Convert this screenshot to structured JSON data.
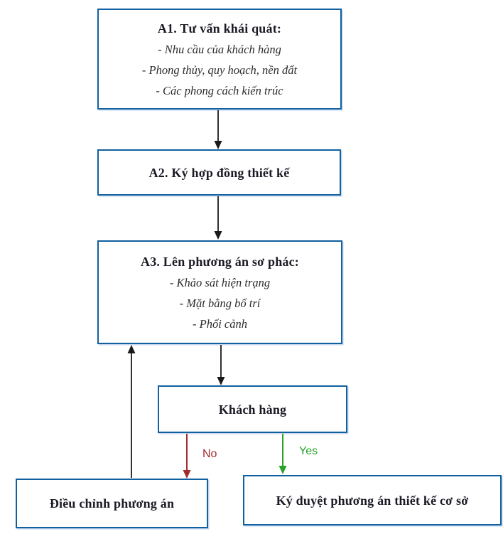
{
  "colors": {
    "box_border": "#1160a0",
    "box_shadow": "#c5d7ec",
    "title_text": "#1b1b26",
    "item_text": "#2b2b2b",
    "arrow_black": "#1a1a1a",
    "no_red": "#a02c2c",
    "yes_green": "#2aa22a"
  },
  "flowchart": {
    "a1": {
      "title": "A1. Tư vấn khái quát:",
      "items": [
        "- Nhu cầu của khách hàng",
        "- Phong thủy, quy hoạch, nền đất",
        "- Các phong cách kiến trúc"
      ]
    },
    "a2": {
      "title": "A2. Ký hợp đồng thiết kế"
    },
    "a3": {
      "title": "A3. Lên phương án sơ phác:",
      "items": [
        "- Khảo sát hiện trạng",
        "- Mặt bằng bố trí",
        "- Phối cảnh"
      ]
    },
    "customer": {
      "title": "Khách hàng"
    },
    "adjust": {
      "title": "Điều chỉnh phương án"
    },
    "approve": {
      "title": "Ký duyệt phương án thiết kế cơ sở"
    },
    "labels": {
      "no": "No",
      "yes": "Yes"
    }
  }
}
